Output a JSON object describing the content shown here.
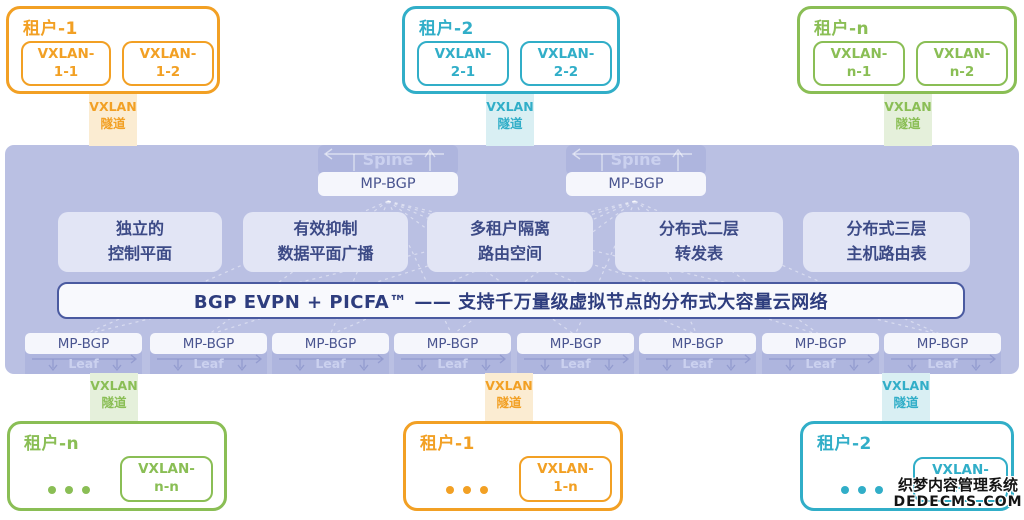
{
  "colors": {
    "orange": "#F2A024",
    "orange_tint": "#FBECD2",
    "teal": "#31AEC8",
    "teal_tint": "#D9EFF3",
    "green": "#8ABE55",
    "green_tint": "#E5F0DB",
    "panel_bg": "#BAC0E3",
    "node_bg": "#AEB5DE",
    "node_text": "#CBD1EF",
    "chip_bg": "#F5F6FC",
    "chip_text": "#4A5590",
    "feature_bg": "#E2E5F5",
    "feature_text": "#3C4A86",
    "banner_bg": "#F8F9FD",
    "banner_border": "#4A5AA0",
    "banner_text": "#2E3D7E"
  },
  "top_tenants": [
    {
      "title": "租户-1",
      "vxlans": [
        {
          "line1": "VXLAN-",
          "line2": "1-1"
        },
        {
          "line1": "VXLAN-",
          "line2": "1-2"
        }
      ]
    },
    {
      "title": "租户-2",
      "vxlans": [
        {
          "line1": "VXLAN-",
          "line2": "2-1"
        },
        {
          "line1": "VXLAN-",
          "line2": "2-2"
        }
      ]
    },
    {
      "title": "租户-n",
      "vxlans": [
        {
          "line1": "VXLAN-",
          "line2": "n-1"
        },
        {
          "line1": "VXLAN-",
          "line2": "n-2"
        }
      ]
    }
  ],
  "tunnel": {
    "line1": "VXLAN",
    "line2": "隧道"
  },
  "spines": [
    {
      "label": "Spine",
      "protocol": "MP-BGP"
    },
    {
      "label": "Spine",
      "protocol": "MP-BGP"
    }
  ],
  "features": [
    {
      "line1": "独立的",
      "line2": "控制平面"
    },
    {
      "line1": "有效抑制",
      "line2": "数据平面广播"
    },
    {
      "line1": "多租户隔离",
      "line2": "路由空间"
    },
    {
      "line1": "分布式二层",
      "line2": "转发表"
    },
    {
      "line1": "分布式三层",
      "line2": "主机路由表"
    }
  ],
  "banner": {
    "text": "BGP EVPN + PICFA™ —— 支持千万量级虚拟节点的分布式大容量云网络"
  },
  "leaves": [
    {
      "protocol": "MP-BGP",
      "label": "Leaf"
    },
    {
      "protocol": "MP-BGP",
      "label": "Leaf"
    },
    {
      "protocol": "MP-BGP",
      "label": "Leaf"
    },
    {
      "protocol": "MP-BGP",
      "label": "Leaf"
    },
    {
      "protocol": "MP-BGP",
      "label": "Leaf"
    },
    {
      "protocol": "MP-BGP",
      "label": "Leaf"
    },
    {
      "protocol": "MP-BGP",
      "label": "Leaf"
    },
    {
      "protocol": "MP-BGP",
      "label": "Leaf"
    }
  ],
  "bottom_tenants": [
    {
      "title": "租户-n",
      "vxlan": {
        "line1": "VXLAN-",
        "line2": "n-n"
      }
    },
    {
      "title": "租户-1",
      "vxlan": {
        "line1": "VXLAN-",
        "line2": "1-n"
      }
    },
    {
      "title": "租户-2",
      "vxlan": {
        "line1": "VXLAN-",
        "line2": "2-n"
      }
    }
  ],
  "watermark": {
    "line1": "织梦内容管理系统",
    "line2": "DEDECMS.COM"
  }
}
